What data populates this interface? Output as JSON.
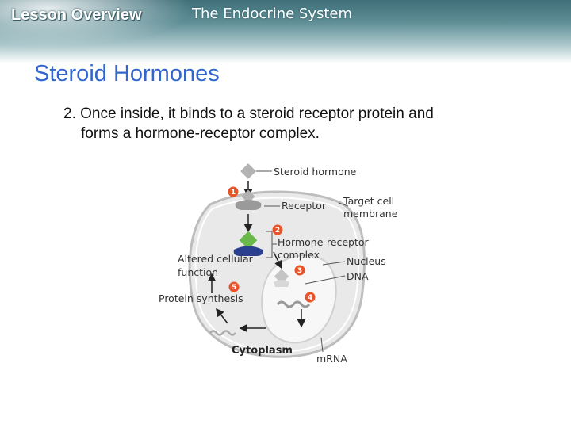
{
  "header": {
    "title": "Lesson Overview",
    "subtitle": "The Endocrine System"
  },
  "slide": {
    "title": "Steroid Hormones",
    "text_line1": "2. Once inside, it binds to a steroid receptor protein and",
    "text_line2": "forms a hormone-receptor complex."
  },
  "diagram": {
    "labels": {
      "steroid_hormone": "Steroid hormone",
      "receptor": "Receptor",
      "target_cell_1": "Target cell",
      "target_cell_2": "membrane",
      "hr_complex_1": "Hormone-receptor",
      "hr_complex_2": "complex",
      "nucleus": "Nucleus",
      "dna": "DNA",
      "altered_1": "Altered cellular",
      "altered_2": "function",
      "protein_synthesis": "Protein synthesis",
      "cytoplasm": "Cytoplasm",
      "mrna": "mRNA"
    },
    "steps": [
      "1",
      "2",
      "3",
      "4",
      "5"
    ],
    "colors": {
      "step_badge": "#e8542a",
      "hormone": "#b3b3b3",
      "complex_hormone": "#6ab84a",
      "complex_receptor": "#2a3f8f",
      "cell": "#e9e9e9",
      "nucleus": "#f7f7f7"
    }
  }
}
